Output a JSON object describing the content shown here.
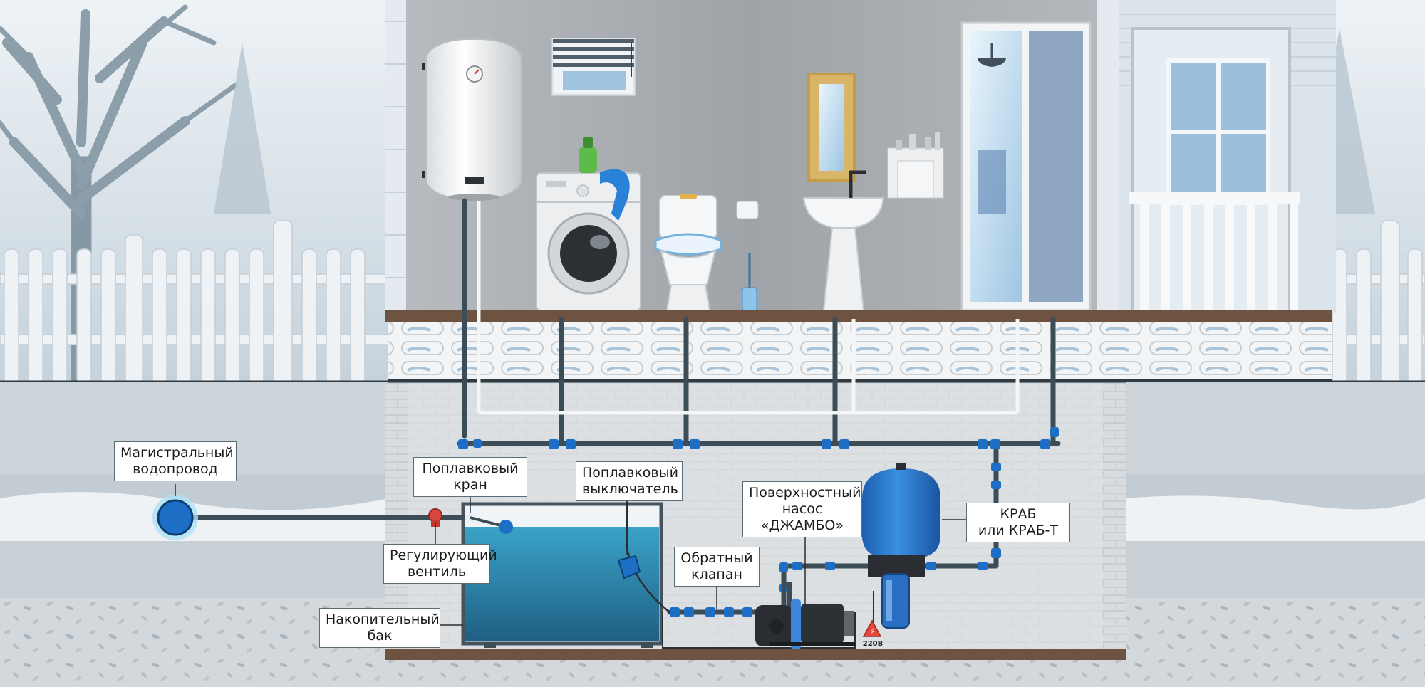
{
  "colors": {
    "sky": "#d8e3ea",
    "wall": "#a9aeb3",
    "pipe": "#3d4d57",
    "fitting": "#1c6fc4",
    "water": "#2f8fb7",
    "tank_accent": "#2a74c9",
    "ground": "#d6dadd",
    "floor": "#7a5a40"
  },
  "labels": {
    "main_pipe": {
      "line1": "Магистральный",
      "line2": "водопровод"
    },
    "float_valve": {
      "line1": "Поплавковый",
      "line2": "кран"
    },
    "float_switch": {
      "line1": "Поплавковый",
      "line2": "выключатель"
    },
    "pump": {
      "line1": "Поверхностный",
      "line2": "насос",
      "line3": "«ДЖАМБО»"
    },
    "krab": {
      "line1": "КРАБ",
      "line2": "или КРАБ-Т"
    },
    "regulating": {
      "line1": "Регулирующий",
      "line2": "вентиль"
    },
    "check_valve": {
      "line1": "Обратный",
      "line2": "клапан"
    },
    "storage_tank": {
      "line1": "Накопительный",
      "line2": "бак"
    }
  },
  "warning": {
    "voltage": "220В",
    "symbol": "⚡"
  },
  "icons": [
    "water-heater-icon",
    "washing-machine-icon",
    "toilet-icon",
    "sink-icon",
    "mirror-icon",
    "shower-cabin-icon",
    "window-icon",
    "tree-icon",
    "fence-icon",
    "pump-icon",
    "pressure-tank-icon",
    "storage-tank-icon",
    "float-switch-icon",
    "warning-icon"
  ]
}
